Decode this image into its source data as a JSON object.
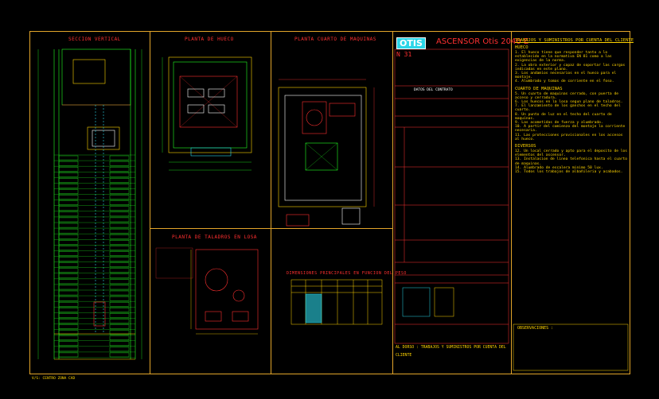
{
  "titles": {
    "vertical": "SECCION VERTICAL",
    "hoistway": "PLANTA DE HUECO",
    "machine_room": "PLANTA CUARTO DE MAQUINAS",
    "floor_holes": "PLANTA DE TALADROS EN LOSA",
    "cabin_dimensions": "DIMENSIONES PRINCIPALES EN FUNCION DEL PESO"
  },
  "title_block": {
    "logo": "OTIS",
    "model": "ASCENSOR Otis 2040 E",
    "drawing_no": "N 31",
    "section_client": "DATOS DEL CONTRATO",
    "footer_left": "AL DORSO : TRABAJOS Y SUMINISTROS POR CUENTA DEL CLIENTE",
    "observaciones": "OBSERVACIONES :"
  },
  "notes": {
    "header": "TRABAJOS Y SUMINISTROS POR CUENTA DEL CLIENTE",
    "section_hueco": "HUECO",
    "section_cuarto": "CUARTO DE MAQUINAS",
    "section_diversos": "DIVERSOS",
    "items": [
      "1. El hueco tiene que responder tanto a lo establecido en la normativa EN 81 como a las exigencias de la norma.",
      "2. La obra exterior y capaz de soportar las cargas indicadas en este plano.",
      "3. Los andamios necesarios en el hueco para el montaje.",
      "4. Alumbrado y tomas de corriente en el foso.",
      "5. Un cuarto de maquinas cerrado, con puerta de acceso y cerradura.",
      "6. Los huecos en la losa segun plano de taladros.",
      "7. El lanzamiento de los ganchos en el techo del cuarto.",
      "8. Un punto de luz en el techo del cuarto de maquinas.",
      "9. Las acometidas de fuerza y alumbrado.",
      "10. A partir del comienzo del montaje la corriente necesaria.",
      "11. Las protecciones provisionales en los accesos al hueco.",
      "12. Un local cerrado y apto para el deposito de los elementos del ascensor.",
      "13. Instalacion de linea telefonica hasta el cuarto de maquinas.",
      "14. Alumbrado de escalera minimo 50 lux.",
      "15. Todos los trabajos de albañileria y acabados."
    ]
  },
  "footer": {
    "credit": "V/S: CENTRO ZONA CAD"
  }
}
